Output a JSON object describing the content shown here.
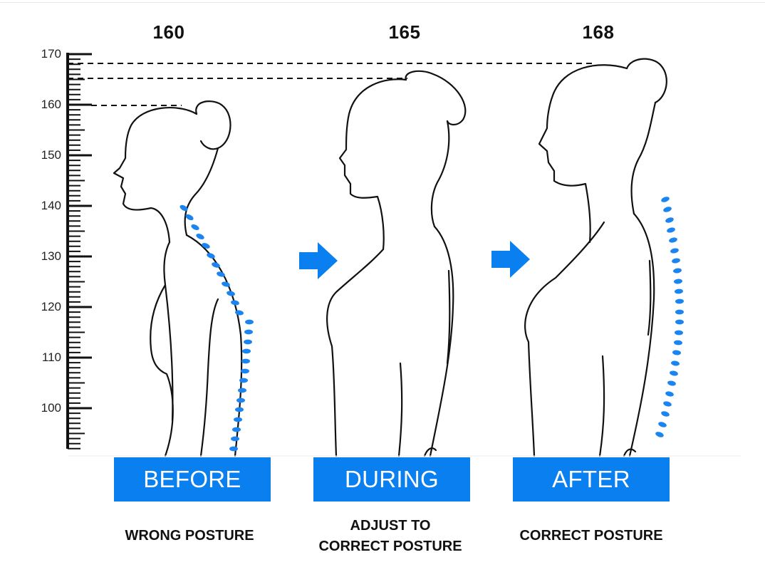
{
  "heights": {
    "before": "160",
    "during": "165",
    "after": "168"
  },
  "scale": {
    "labels": [
      "170",
      "160",
      "150",
      "140",
      "130",
      "120",
      "110",
      "100"
    ]
  },
  "stages": {
    "before": {
      "label": "BEFORE",
      "caption": "WRONG POSTURE"
    },
    "during": {
      "label": "DURING",
      "caption_line1": "ADJUST TO",
      "caption_line2": "CORRECT POSTURE"
    },
    "after": {
      "label": "AFTER",
      "caption": "CORRECT POSTURE"
    }
  },
  "colors": {
    "accent": "#0a7ff0",
    "spine_dots": "#1a84f0",
    "outline": "#111111"
  },
  "icons": [
    "right-arrow-icon",
    "spine-curve-icon"
  ]
}
